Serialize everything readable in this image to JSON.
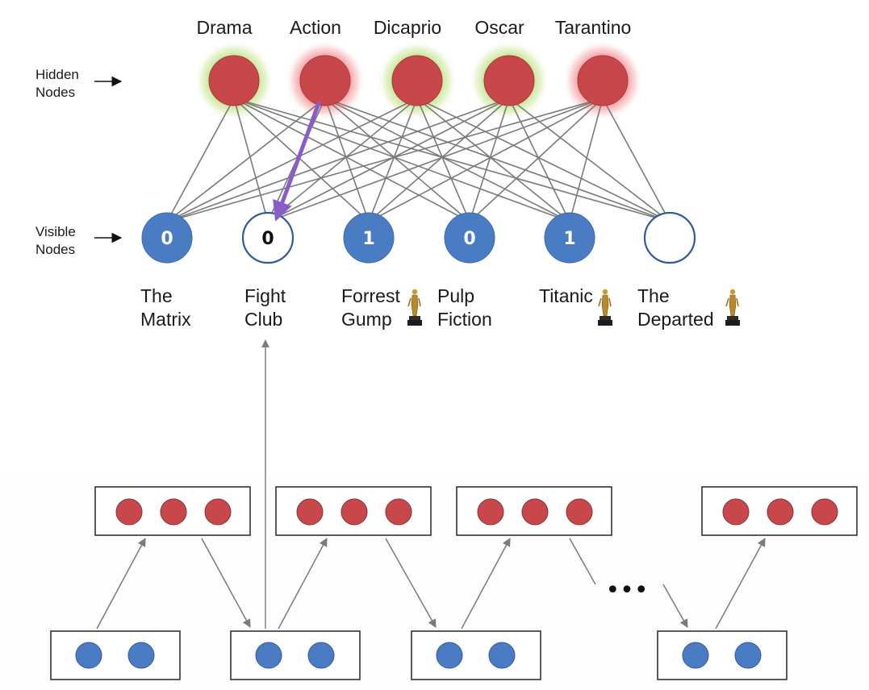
{
  "rbm": {
    "hidden_nodes_label_line1": "Hidden",
    "hidden_nodes_label_line2": "Nodes",
    "visible_nodes_label_line1": "Visible",
    "visible_nodes_label_line2": "Nodes",
    "hidden": [
      {
        "label": "Drama",
        "glow": "green"
      },
      {
        "label": "Action",
        "glow": "red"
      },
      {
        "label": "Dicaprio",
        "glow": "green"
      },
      {
        "label": "Oscar",
        "glow": "green"
      },
      {
        "label": "Tarantino",
        "glow": "red"
      }
    ],
    "visible": [
      {
        "value": "0",
        "line1": "The",
        "line2": "Matrix",
        "filled": true,
        "oscar": false
      },
      {
        "value": "0",
        "line1": "Fight",
        "line2": "Club",
        "filled": false,
        "oscar": false
      },
      {
        "value": "1",
        "line1": "Forrest",
        "line2": "Gump",
        "filled": true,
        "oscar": true
      },
      {
        "value": "0",
        "line1": "Pulp",
        "line2": "Fiction",
        "filled": true,
        "oscar": false
      },
      {
        "value": "1",
        "line1": "Titanic",
        "line2": "",
        "filled": true,
        "oscar": true
      },
      {
        "value": "",
        "line1": "The",
        "line2": "Departed",
        "filled": false,
        "oscar": true
      }
    ],
    "highlighted_edge": {
      "from_hidden": "Action",
      "to_visible": "Fight Club",
      "color": "#8a5cc7"
    }
  },
  "gibbs_chain": {
    "ellipsis": "•••",
    "hidden_units_per_layer": 3,
    "visible_units_per_layer": 2
  },
  "colors": {
    "hidden_node": "#c8474a",
    "visible_node": "#4a7cc4",
    "edge": "#7a7a7a",
    "glow_green": "#a8d86a",
    "glow_red": "#f07a7e"
  }
}
